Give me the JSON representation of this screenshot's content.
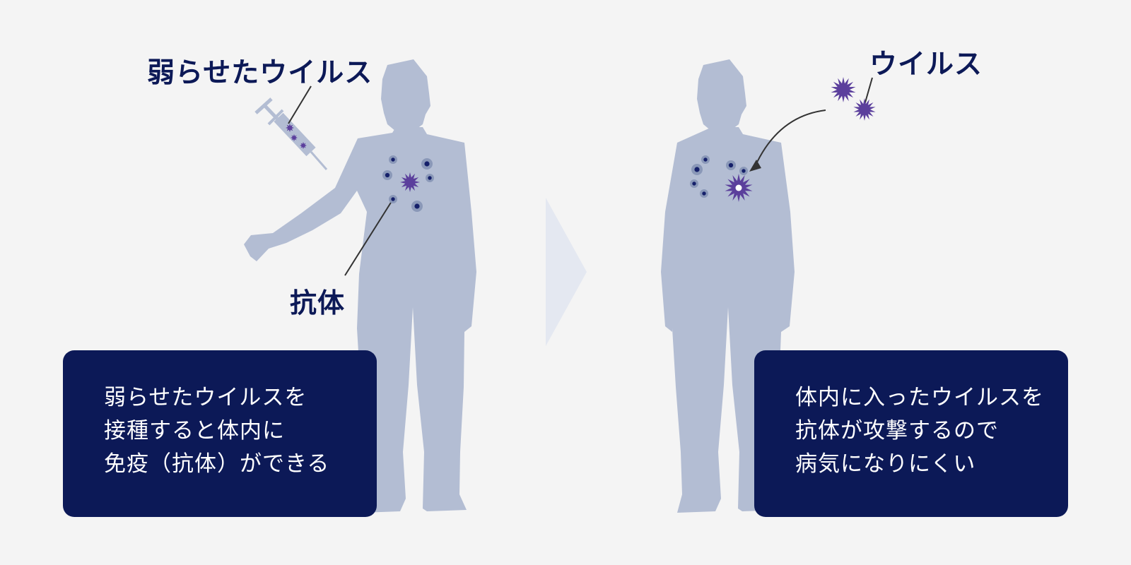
{
  "colors": {
    "background": "#f4f4f4",
    "silhouette": "#b3bdd3",
    "virus": "#5b3f9c",
    "antibody_ring": "#8a98b8",
    "antibody_core": "#15206a",
    "navy": "#0c1957",
    "arrow": "#e4e8f1",
    "leader_line": "#333333",
    "box_text": "#ffffff"
  },
  "icons": {
    "syringe": "syringe-icon",
    "virus": "virus-icon",
    "antibody": "antibody-icon",
    "next": "triangle-right-icon"
  },
  "left_panel": {
    "weakened_virus_label": "弱らせたウイルス",
    "antibody_label": "抗体",
    "caption": [
      "弱らせたウイルスを",
      "接種すると体内に",
      "免疫（抗体）ができる"
    ]
  },
  "right_panel": {
    "virus_label": "ウイルス",
    "caption": [
      "体内に入ったウイルスを",
      "抗体が攻撃するので",
      "病気になりにくい"
    ]
  }
}
